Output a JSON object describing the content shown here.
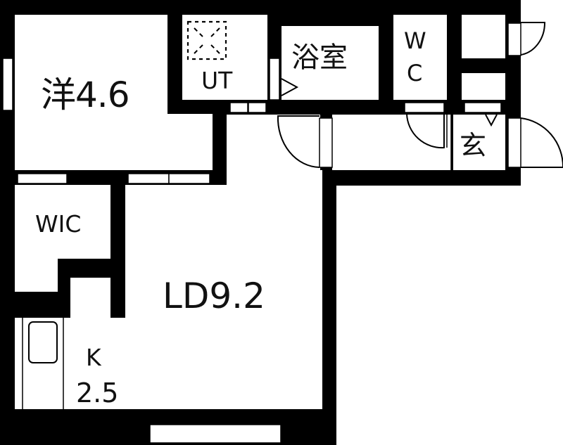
{
  "floor_plan": {
    "title": "",
    "rooms": [
      {
        "id": "western_room",
        "label": "洋4.6",
        "type": "洋室",
        "size_jo": 4.6
      },
      {
        "id": "utility",
        "label": "UT",
        "type": "utility / washroom"
      },
      {
        "id": "bathroom",
        "label": "浴室",
        "type": "bathroom"
      },
      {
        "id": "toilet",
        "label_line1": "W",
        "label_line2": "C",
        "label": "WC",
        "type": "toilet"
      },
      {
        "id": "entrance",
        "label": "玄",
        "type": "entrance (genkan)"
      },
      {
        "id": "walk_in_closet",
        "label": "WIC",
        "type": "walk-in closet"
      },
      {
        "id": "living_dining",
        "label": "LD9.2",
        "type": "living/dining",
        "size_jo": 9.2
      },
      {
        "id": "kitchen",
        "label_line1": "K",
        "label_line2": "2.5",
        "label": "K 2.5",
        "type": "kitchen",
        "size_jo": 2.5
      }
    ],
    "labels": {
      "western_room": "洋4.6",
      "utility": "UT",
      "bathroom": "浴室",
      "toilet_w": "W",
      "toilet_c": "C",
      "entrance": "玄",
      "walk_in_closet": "WIC",
      "living_dining": "LD9.2",
      "kitchen_k": "K",
      "kitchen_size": "2.5"
    },
    "symbols": [
      {
        "name": "washing-machine-space",
        "room": "utility",
        "style": "dashed square with X"
      },
      {
        "name": "kitchen-sink",
        "room": "kitchen",
        "style": "rounded rectangle"
      },
      {
        "name": "entrance-door-swing",
        "room": "entrance"
      },
      {
        "name": "storage-door-swing",
        "room": "storage"
      },
      {
        "name": "hall-door-swing",
        "room": "hallway"
      },
      {
        "name": "toilet-door-swing",
        "room": "toilet"
      }
    ],
    "colors": {
      "wall": "#000000",
      "background": "#ffffff",
      "text": "#111111"
    }
  }
}
